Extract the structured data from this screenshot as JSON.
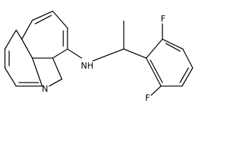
{
  "molecule": {
    "atoms": {
      "ring_nitrogen": "N",
      "amine": "NH",
      "fluorine_top": "F",
      "fluorine_bottom": "F"
    }
  },
  "colors": {
    "bond": "#000000",
    "label": "#000000",
    "background": "#ffffff"
  }
}
